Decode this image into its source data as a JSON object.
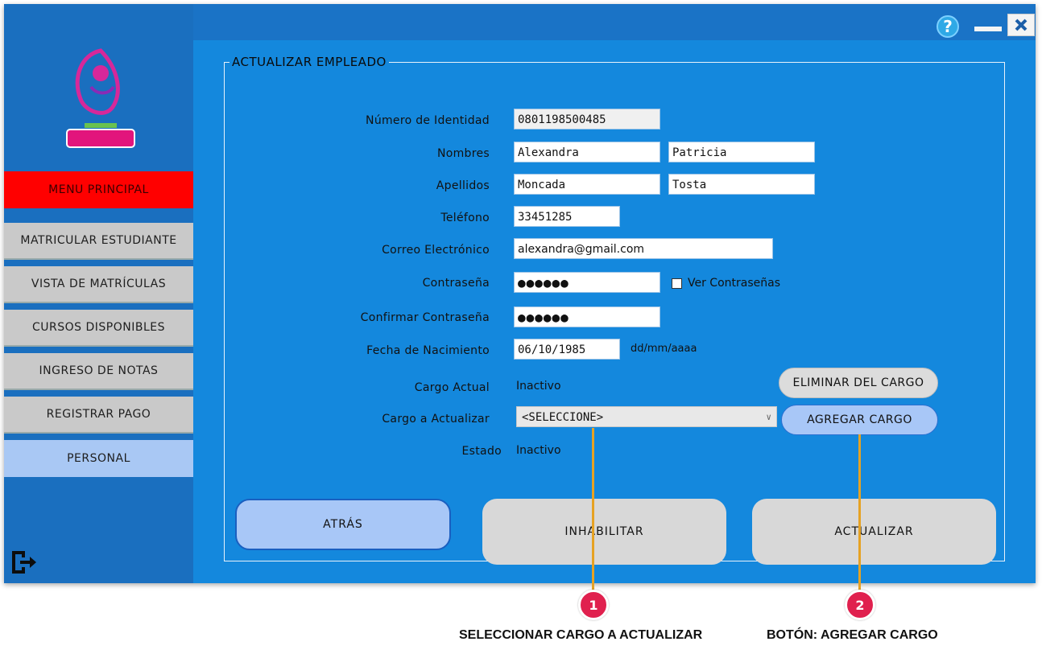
{
  "window": {
    "help_label": "?"
  },
  "sidebar": {
    "items": [
      {
        "label": "MENU PRINCIPAL"
      },
      {
        "label": "MATRICULAR ESTUDIANTE"
      },
      {
        "label": "VISTA DE MATRÍCULAS"
      },
      {
        "label": "CURSOS DISPONIBLES"
      },
      {
        "label": "INGRESO DE NOTAS"
      },
      {
        "label": "REGISTRAR PAGO"
      },
      {
        "label": "PERSONAL"
      }
    ]
  },
  "form": {
    "title": "ACTUALIZAR EMPLEADO",
    "identity_label": "Número de Identidad",
    "identity_value": "0801198500485",
    "names_label": "Nombres",
    "first_name": "Alexandra",
    "second_name": "Patricia",
    "surnames_label": "Apellidos",
    "first_surname": "Moncada",
    "second_surname": "Tosta",
    "phone_label": "Teléfono",
    "phone_value": "33451285",
    "email_label": "Correo Electrónico",
    "email_value": "alexandra@gmail.com",
    "password_label": "Contraseña",
    "password_value": "●●●●●●",
    "show_password_label": "Ver Contraseñas",
    "confirm_password_label": "Confirmar Contraseña",
    "confirm_password_value": "●●●●●●",
    "birthdate_label": "Fecha de Nacimiento",
    "birthdate_value": "06/10/1985",
    "birthdate_format": "dd/mm/aaaa",
    "current_position_label": "Cargo Actual",
    "current_position_value": "Inactivo",
    "update_position_label": "Cargo a Actualizar",
    "update_position_selected": "<SELECCIONE>",
    "status_label": "Estado",
    "status_value": "Inactivo",
    "remove_position_button": "ELIMINAR DEL CARGO",
    "add_position_button": "AGREGAR CARGO",
    "back_button": "ATRÁS",
    "disable_button": "INHABILITAR",
    "update_button": "ACTUALIZAR"
  },
  "callouts": [
    {
      "number": "1",
      "text": "SELECCIONAR CARGO A ACTUALIZAR"
    },
    {
      "number": "2",
      "text": "BOTÓN: AGREGAR CARGO"
    }
  ],
  "colors": {
    "window_bg": "#1a73c6",
    "content_bg": "#1488dd",
    "menu_red": "#ff0000",
    "active_blue": "#a9c8f4",
    "callout_line": "#e6a223",
    "badge": "#e0204e"
  }
}
